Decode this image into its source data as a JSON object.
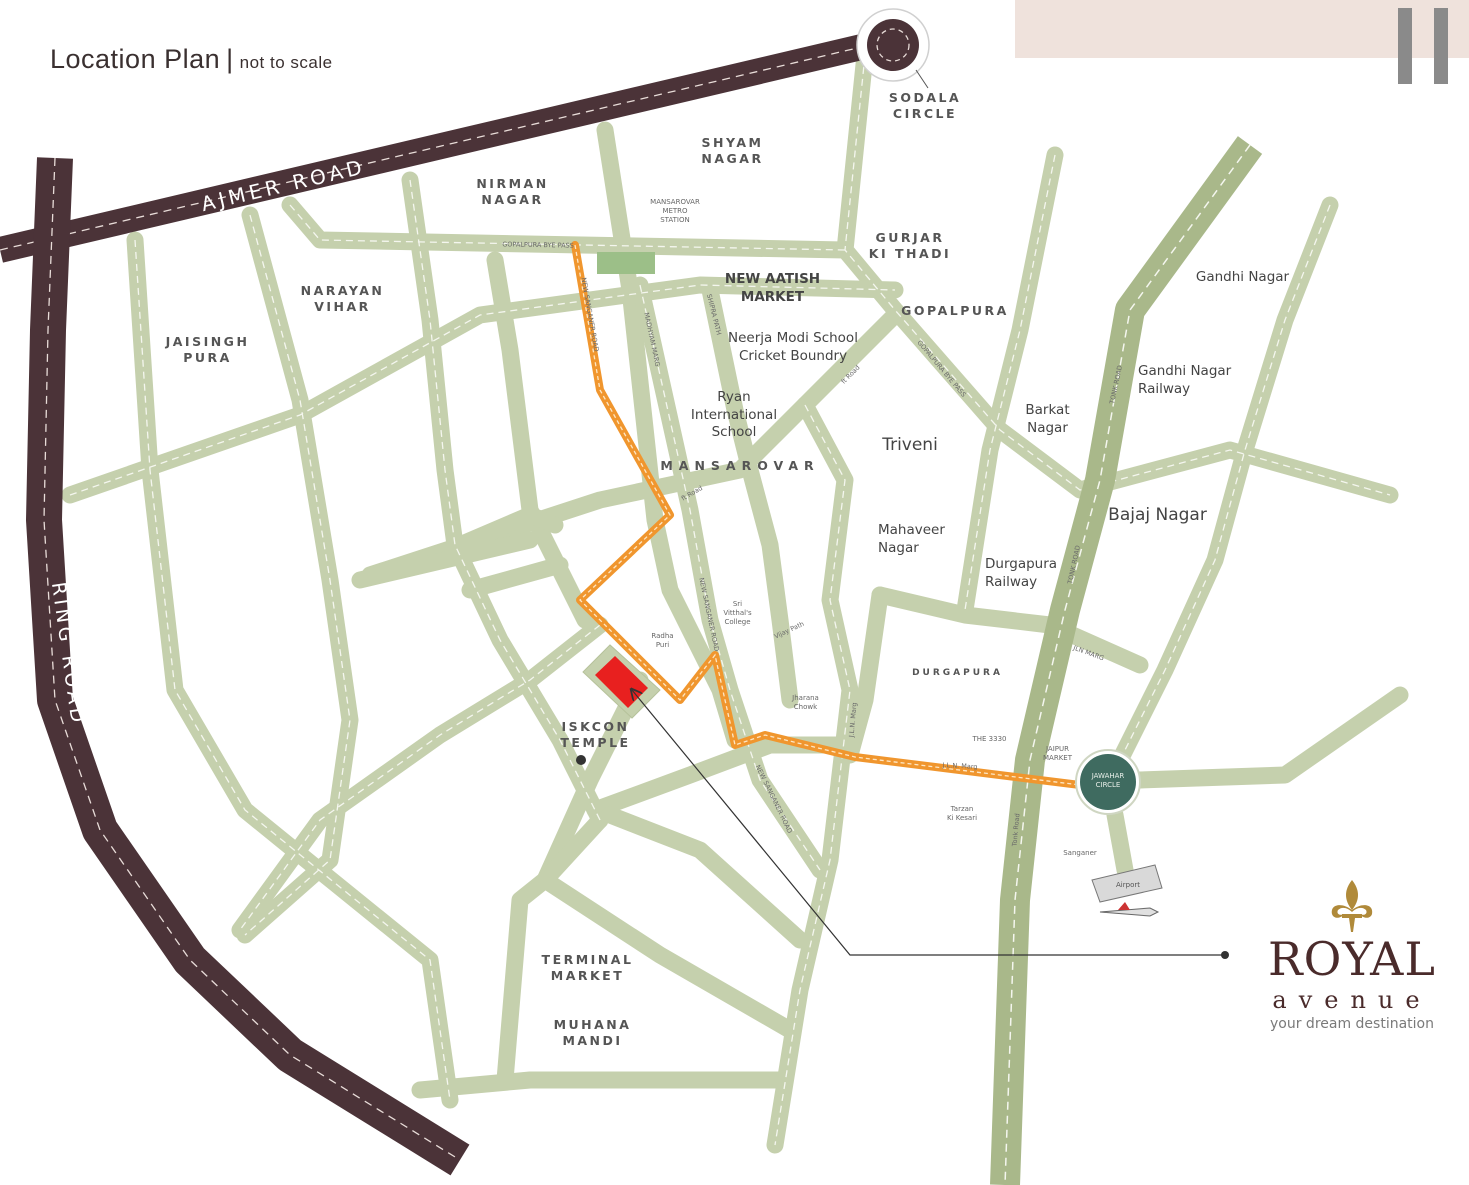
{
  "title": {
    "main": "Location Plan",
    "separator": "|",
    "subtitle": "not to scale"
  },
  "roads": {
    "ajmer_road": "AJMER ROAD",
    "ring_road": "RING ROAD",
    "gopalpura_bypass": "GOPALPURA BYE PASS",
    "new_sanganer_road": "NEW SANGANER ROAD",
    "madhyam_marg": "MADHYAM MARG",
    "shipra_path": "SHIPRA PATH",
    "gopalpura_bye_pass_2": "GOPALPURA BYE PASS",
    "tonk_road_top": "TONK ROAD",
    "tonk_road_mid": "TONK ROAD",
    "tonk_road_low": "Tonk Road",
    "ft_road": "ft Road",
    "ft_road_2": "ft Road",
    "vijay_path": "Vijay Path",
    "jln_marg": "J.L.N. Marg",
    "jln_marg_2": "JLN MARG"
  },
  "places": {
    "sodala_circle": "SODALA\nCIRCLE",
    "shyam_nagar": "SHYAM\nNAGAR",
    "nirman_nagar": "NIRMAN\nNAGAR",
    "mansarovar_metro": "MANSAROVAR\nMETRO\nSTATION",
    "gurjar_ki_thadi": "GURJAR\nKI THADI",
    "narayan_vihar": "NARAYAN\nVIHAR",
    "new_aatish_market": "NEW AATISH\nMARKET",
    "gopalpura": "GOPALPURA",
    "jaisingh_pura": "JAISINGH\nPURA",
    "neerja_modi": "Neerja Modi School\nCricket Boundry",
    "ryan_school": "Ryan\nInternational\nSchool",
    "mansarovar": "MANSAROVAR",
    "triveni": "Triveni",
    "barkat_nagar": "Barkat\nNagar",
    "gandhi_nagar": "Gandhi Nagar",
    "gandhi_nagar_railway": "Gandhi Nagar\nRailway",
    "bajaj_nagar": "Bajaj Nagar",
    "mahaveer_nagar": "Mahaveer\nNagar",
    "durgapura_railway": "Durgapura\nRailway",
    "durgapura": "DURGAPURA",
    "sri_vitthals": "Sri\nVitthal's\nCollege",
    "radha_puri": "Radha\nPuri",
    "iskcon_temple": "ISKCON\nTEMPLE",
    "jharana_chowk": "Jharana\nChowk",
    "tonk_road_junction": "THE 3330",
    "jaipur_market": "JAIPUR\nMARKET",
    "jawahar_circle": "JAWAHAR\nCIRCLE",
    "tarzan": "Tarzan\nKi Kesari",
    "sanganer": "Sanganer",
    "airport": "Airport",
    "terminal_market": "TERMINAL\nMARKET",
    "muhana_mandi": "MUHANA\nMANDI"
  },
  "logo": {
    "royal": "ROYAL",
    "avenue": "avenue",
    "tagline": "your dream destination"
  },
  "colors": {
    "road": "#c5d0ad",
    "road_edge": "#b6c29b",
    "major_road": "#4b3338",
    "route": "#f0962e",
    "marker": "#e8201f",
    "circle": "#3f6b60",
    "header_band": "#efe2dc"
  }
}
